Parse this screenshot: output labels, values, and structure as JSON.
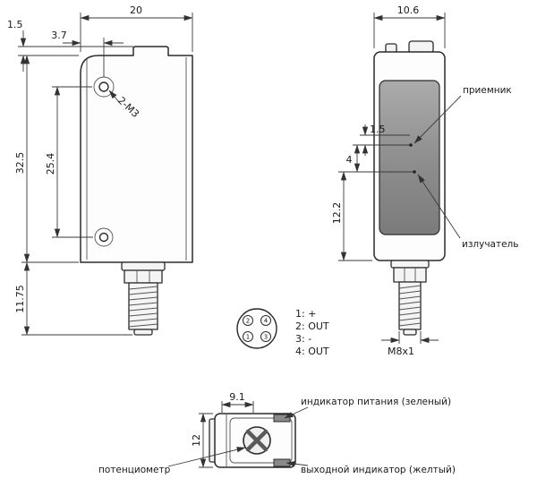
{
  "side_view": {
    "dims": {
      "width": "20",
      "hole_offset": "3.7",
      "tab_height": "1.5",
      "body_height": "32.5",
      "hole_spacing": "25.4",
      "connector_length": "11.75"
    },
    "labels": {
      "mounting_holes": "2-M3"
    }
  },
  "front_view": {
    "dims": {
      "width": "10.6",
      "receiver_offset": "1.5",
      "lens_spacing": "4",
      "emitter_height": "12.2",
      "thread": "M8x1"
    },
    "labels": {
      "receiver": "приемник",
      "emitter": "излучатель"
    }
  },
  "pinout": {
    "pins": {
      "top_left": "2",
      "top_right": "4",
      "bottom_left": "1",
      "bottom_right": "3"
    },
    "legend": [
      "1:  +",
      "2:  OUT",
      "3:  -",
      "4:  OUT"
    ]
  },
  "top_view": {
    "dims": {
      "width": "9.1",
      "height": "12"
    },
    "labels": {
      "power_indicator": "индикатор питания (зеленый)",
      "potentiometer": "потенциометр",
      "output_indicator": "выходной индикатор (желтый)"
    }
  }
}
